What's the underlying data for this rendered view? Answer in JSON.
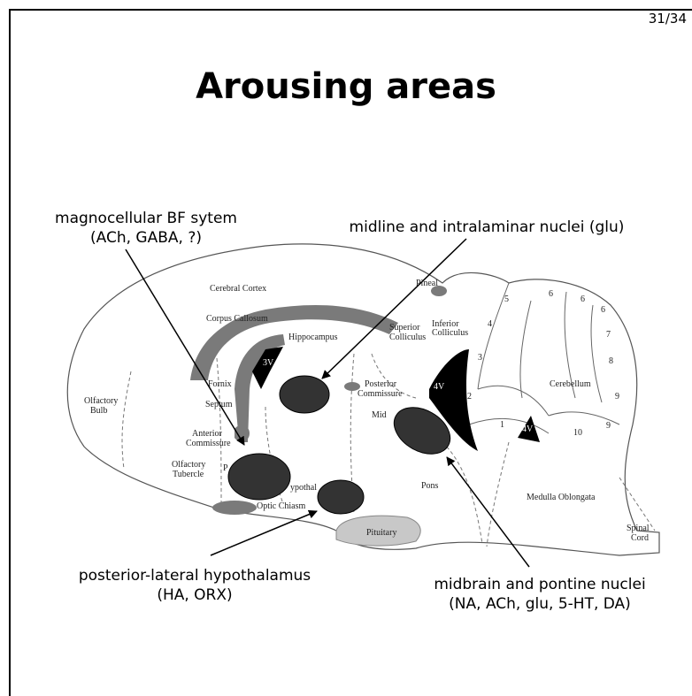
{
  "page_number": "31/34",
  "title": "Arousing areas",
  "labels": {
    "magnocellular": {
      "line1": "magnocellular BF sytem",
      "line2": "(ACh, GABA, ?)"
    },
    "midline": {
      "line1": "midline and intralaminar nuclei (glu)"
    },
    "posterior_lateral": {
      "line1": "posterior-lateral hypothalamus",
      "line2": "(HA, ORX)"
    },
    "midbrain": {
      "line1": "midbrain and pontine nuclei",
      "line2": "(NA, ACh, glu, 5-HT, DA)"
    }
  },
  "brain_labels": {
    "cerebral_cortex": "Cerebral Cortex",
    "corpus_callosum": "Corpus Callosum",
    "pineal": "Pineal",
    "hippocampus": "Hippocampus",
    "superior_colliculus_1": "Superior",
    "superior_colliculus_2": "Colliculus",
    "inferior_colliculus_1": "Inferior",
    "inferior_colliculus_2": "Colliculus",
    "third_ventricle": "3V",
    "fornix": "Fornix",
    "posterior_commissure_1": "Posterior",
    "posterior_commissure_2": "Commissure",
    "olfactory_bulb_1": "Olfactory",
    "olfactory_bulb_2": "Bulb",
    "septum": "Septum",
    "anterior_commissure_1": "Anterior",
    "anterior_commissure_2": "Commissure",
    "olfactory_tubercle_1": "Olfactory",
    "olfactory_tubercle_2": "Tubercle",
    "preoptic_partial": "P",
    "hypothalamus_partial": "ypothal",
    "optic_chiasm": "Optic Chiasm",
    "midbrain_partial": "Mid",
    "fourth_ventricle": "4V",
    "cerebellum": "Cerebellum",
    "pons": "Pons",
    "medulla": "Medulla Oblongata",
    "pituitary": "Pituitary",
    "spinal_cord_1": "Spinal",
    "spinal_cord_2": "Cord",
    "fourth_ventricle_small": "4V",
    "lobule_1": "1",
    "lobule_2": "2",
    "lobule_3": "3",
    "lobule_4": "4",
    "lobule_5": "5",
    "lobule_6a": "6",
    "lobule_6b": "6",
    "lobule_6c": "6",
    "lobule_7": "7",
    "lobule_8": "8",
    "lobule_9a": "9",
    "lobule_9b": "9",
    "lobule_10": "10"
  },
  "colors": {
    "nucleus_fill": "#333333",
    "structure_gray": "#7a7a7a",
    "pituitary_gray": "#c8c8c8",
    "ventricle_black": "#000000"
  }
}
